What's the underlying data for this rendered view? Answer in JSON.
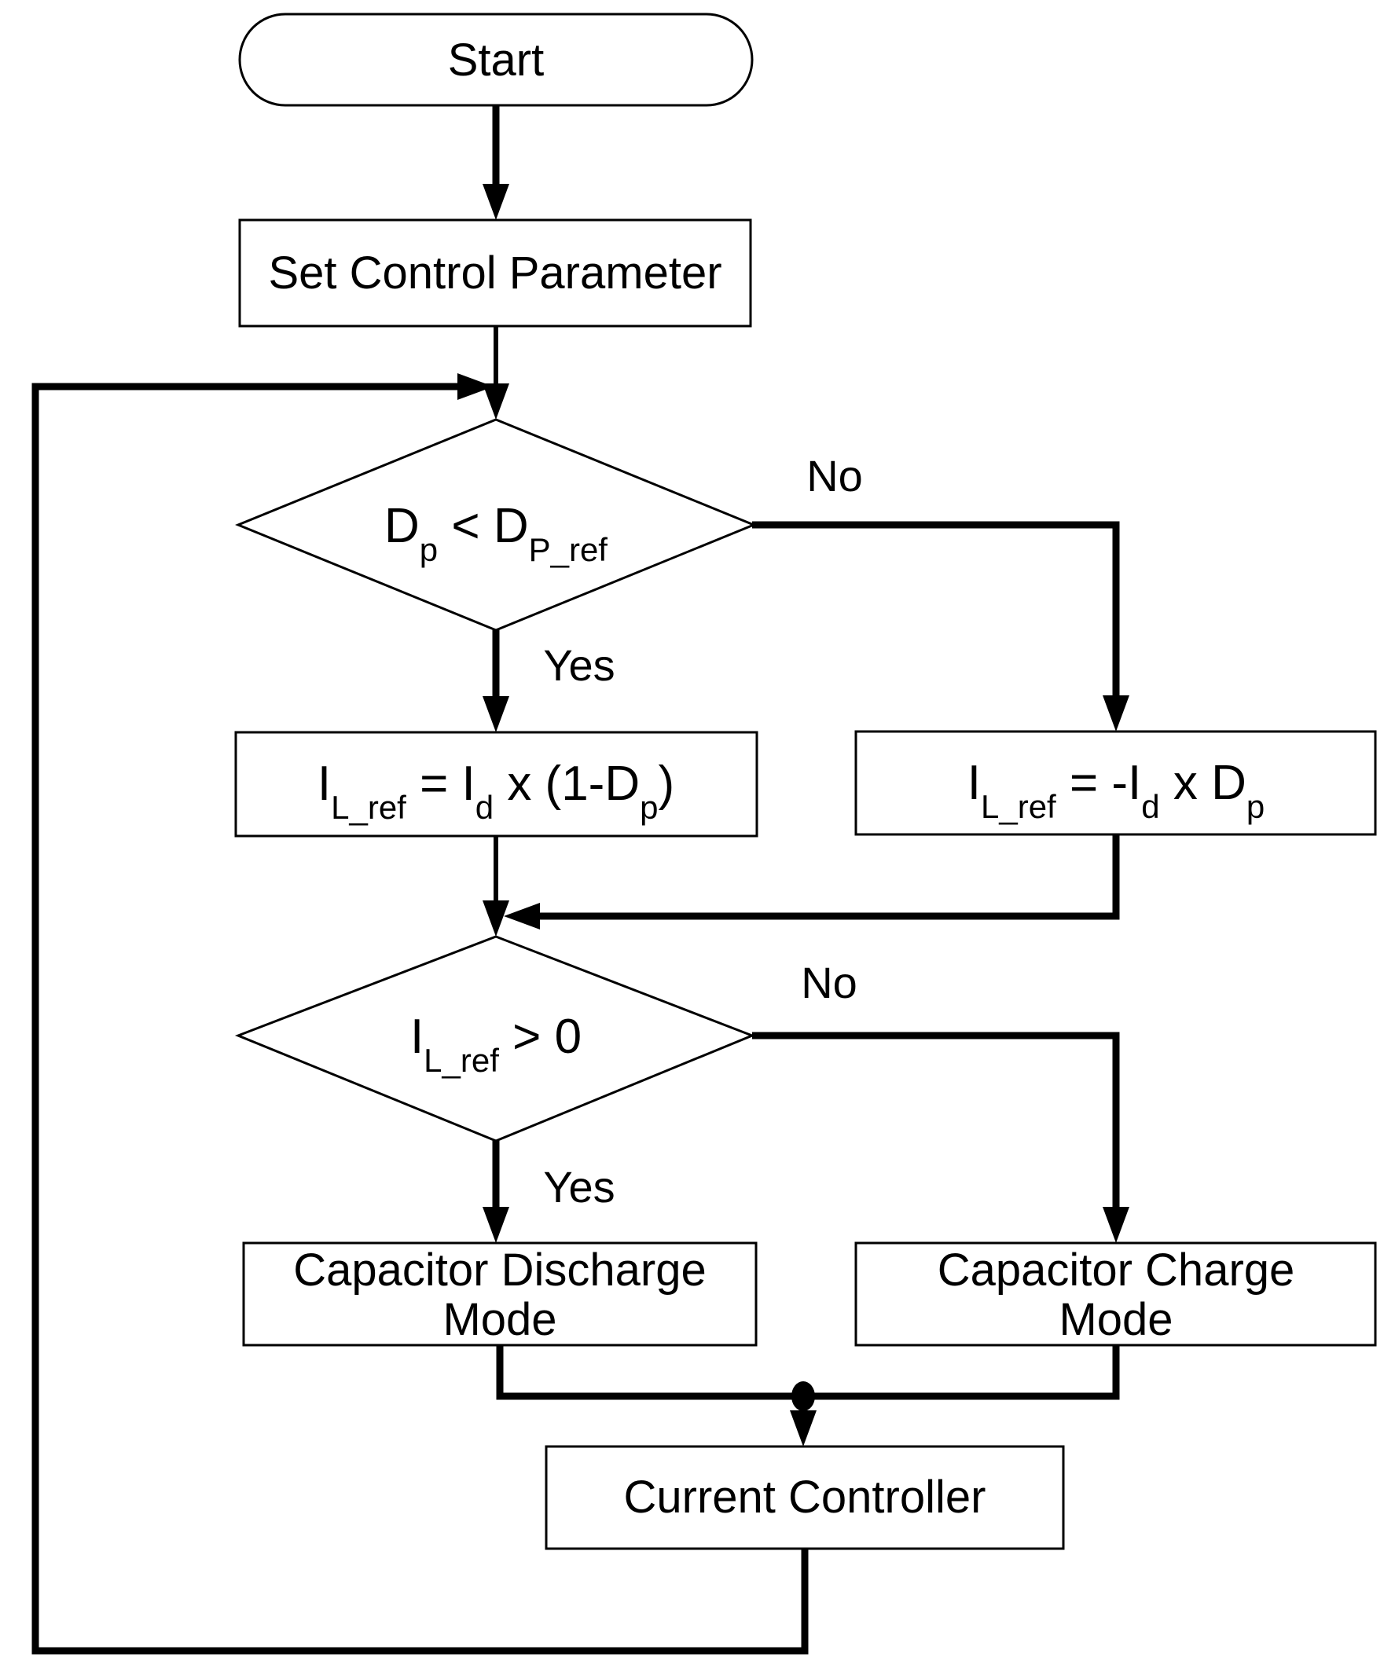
{
  "diagram": {
    "colors": {
      "background": "#ffffff",
      "line": "#000000",
      "text": "#000000"
    },
    "nodes": {
      "start": {
        "type": "terminator",
        "label": "Start"
      },
      "set_control_parameter": {
        "type": "process",
        "label": "Set Control Parameter"
      },
      "decision_duty_cycle": {
        "type": "decision",
        "parts": [
          {
            "text": "D",
            "sub": false
          },
          {
            "text": "p",
            "sub": true
          },
          {
            "text": " < ",
            "sub": false
          },
          {
            "text": "D",
            "sub": false
          },
          {
            "text": "P_ref",
            "sub": true
          }
        ]
      },
      "calc_inductor_ref_discharge": {
        "type": "process",
        "parts": [
          {
            "text": "I",
            "sub": false
          },
          {
            "text": "L_ref",
            "sub": true
          },
          {
            "text": " = I",
            "sub": false
          },
          {
            "text": "d",
            "sub": true
          },
          {
            "text": " x (1-D",
            "sub": false
          },
          {
            "text": "p",
            "sub": true
          },
          {
            "text": ")",
            "sub": false
          }
        ]
      },
      "calc_inductor_ref_charge": {
        "type": "process",
        "parts": [
          {
            "text": "I",
            "sub": false
          },
          {
            "text": "L_ref",
            "sub": true
          },
          {
            "text": " = -I",
            "sub": false
          },
          {
            "text": "d",
            "sub": true
          },
          {
            "text": " x D",
            "sub": false
          },
          {
            "text": "p",
            "sub": true
          }
        ]
      },
      "decision_inductor_current": {
        "type": "decision",
        "parts": [
          {
            "text": "I",
            "sub": false
          },
          {
            "text": "L_ref",
            "sub": true
          },
          {
            "text": " > 0",
            "sub": false
          }
        ]
      },
      "capacitor_discharge_mode": {
        "type": "process",
        "line1": "Capacitor Discharge",
        "line2": "Mode"
      },
      "capacitor_charge_mode": {
        "type": "process",
        "line1": "Capacitor Charge",
        "line2": "Mode"
      },
      "current_controller": {
        "type": "process",
        "label": "Current Controller"
      }
    },
    "edge_labels": {
      "no1": "No",
      "yes1": "Yes",
      "no2": "No",
      "yes2": "Yes"
    }
  }
}
